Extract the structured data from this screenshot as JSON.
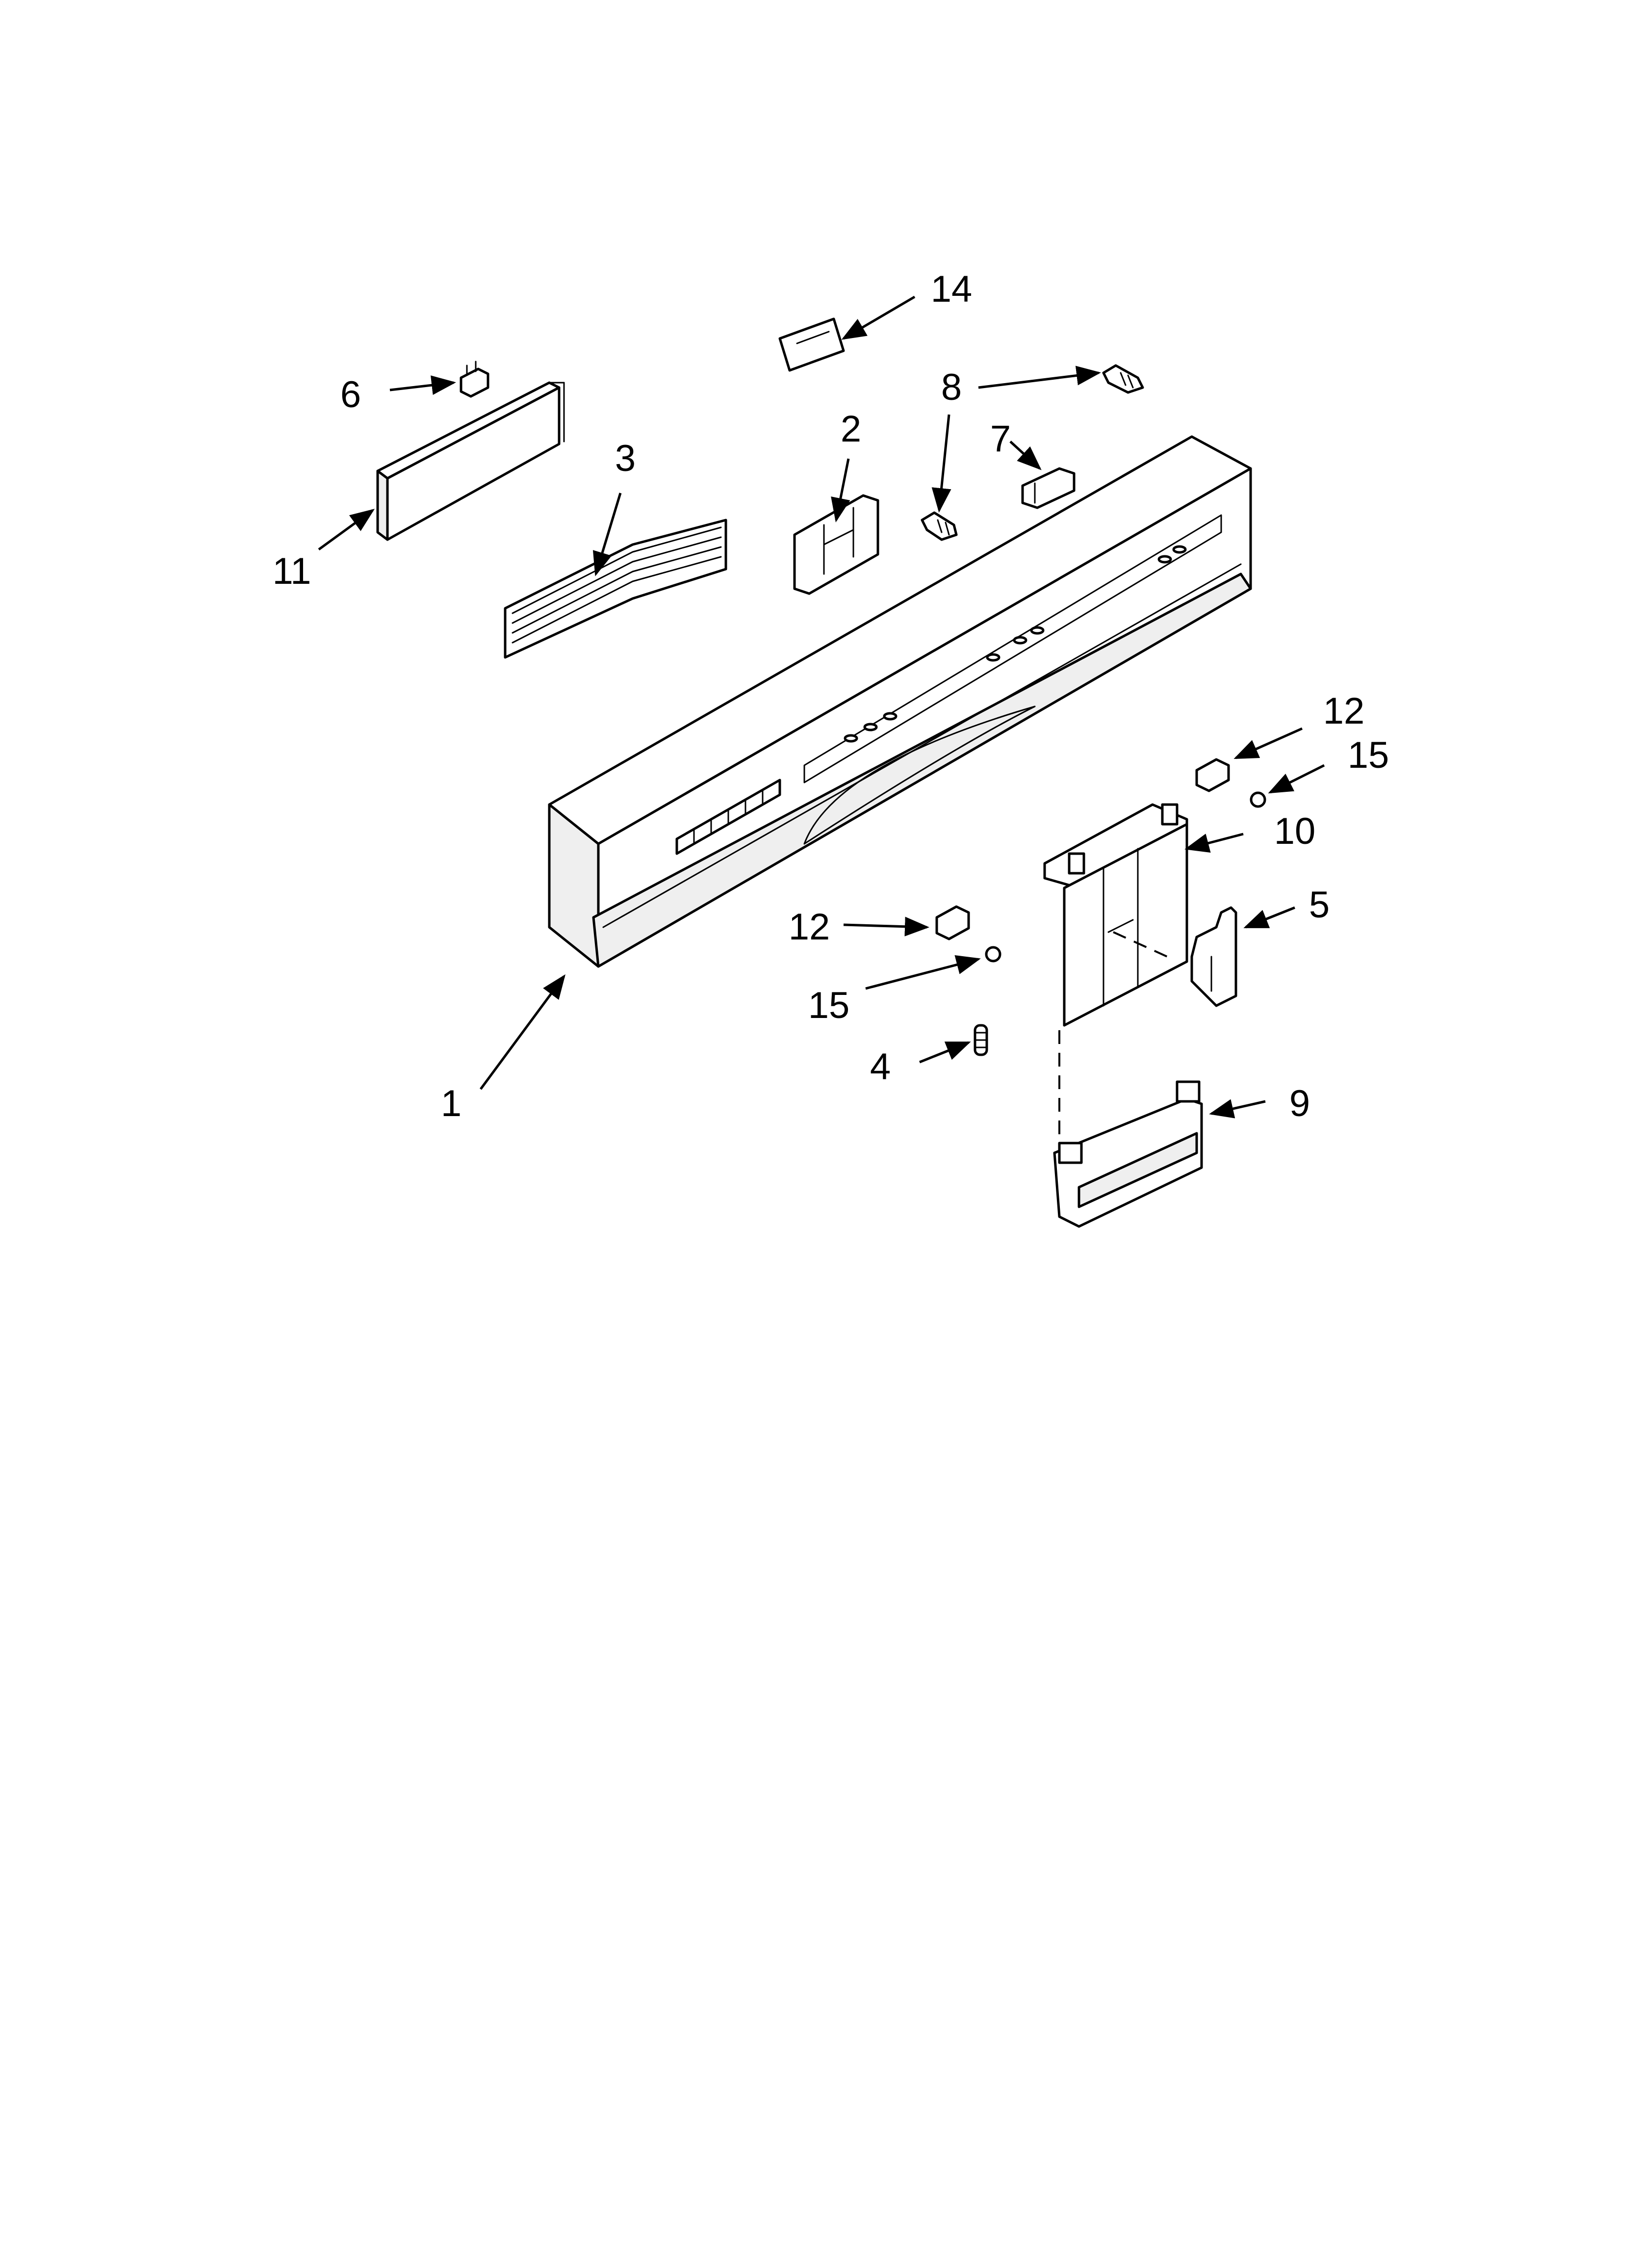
{
  "callouts": [
    {
      "id": "1",
      "label": "1"
    },
    {
      "id": "2",
      "label": "2"
    },
    {
      "id": "3",
      "label": "3"
    },
    {
      "id": "4",
      "label": "4"
    },
    {
      "id": "5",
      "label": "5"
    },
    {
      "id": "6",
      "label": "6"
    },
    {
      "id": "7",
      "label": "7"
    },
    {
      "id": "8",
      "label": "8"
    },
    {
      "id": "9",
      "label": "9"
    },
    {
      "id": "10",
      "label": "10"
    },
    {
      "id": "11",
      "label": "11"
    },
    {
      "id": "12a",
      "label": "12"
    },
    {
      "id": "12b",
      "label": "12"
    },
    {
      "id": "14",
      "label": "14"
    },
    {
      "id": "15a",
      "label": "15"
    },
    {
      "id": "15b",
      "label": "15"
    }
  ],
  "colors": {
    "line": "#000000",
    "background": "#ffffff"
  }
}
